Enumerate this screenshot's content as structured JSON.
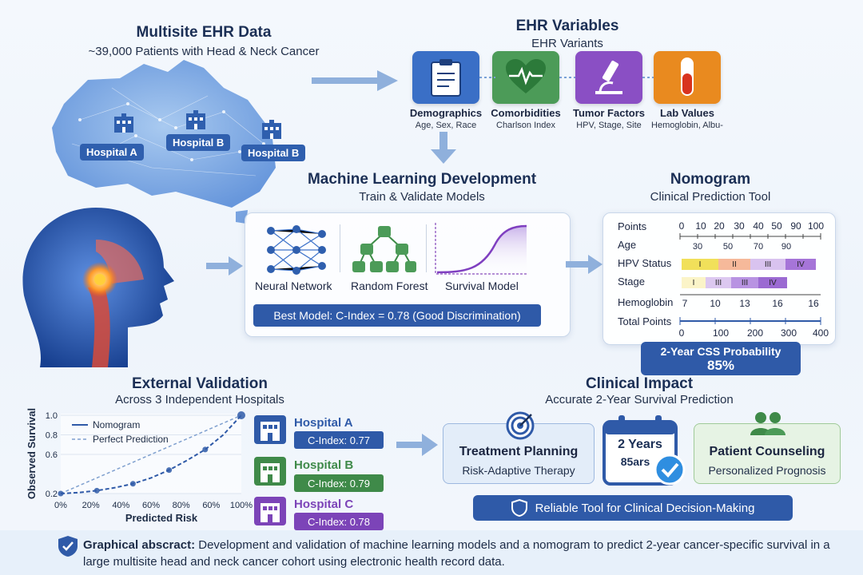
{
  "multisite": {
    "title": "Multisite EHR Data",
    "subtitle": "~39,000 Patients with Head & Neck Cancer",
    "hospitals": [
      "Hospital A",
      "Hospital B",
      "Hospital B"
    ]
  },
  "variables": {
    "title": "EHR Variables",
    "subtitle": "EHR Variants",
    "cards": [
      {
        "label": "Demographics",
        "sub": "Age, Sex, Race",
        "color": "#3a6fc6"
      },
      {
        "label": "Comorbidities",
        "sub": "Charlson Index",
        "color": "#4c9b58"
      },
      {
        "label": "Tumor Factors",
        "sub": "HPV, Stage, Site",
        "color": "#8a4fc4"
      },
      {
        "label": "Lab Values",
        "sub": "Hemoglobin, Albu-",
        "color": "#e98a1f"
      }
    ]
  },
  "ml": {
    "title": "Machine Learning Development",
    "subtitle": "Train & Validate Models",
    "models": [
      "Neural Network",
      "Random Forest",
      "Survival Model"
    ],
    "best_model": "Best Model: C-Index = 0.78 (Good Discrimination)"
  },
  "nomogram": {
    "title": "Nomogram",
    "subtitle": "Clinical Prediction Tool",
    "rows": {
      "points": {
        "label": "Points",
        "ticks": [
          "0",
          "10",
          "20",
          "30",
          "40",
          "50",
          "90",
          "100"
        ]
      },
      "age": {
        "label": "Age",
        "ticks": [
          "30",
          "50",
          "70",
          "90"
        ]
      },
      "hpv": {
        "label": "HPV Status",
        "segments": [
          "I",
          "II",
          "III",
          "IV"
        ]
      },
      "stage": {
        "label": "Stage",
        "segments": [
          "I",
          "III",
          "III",
          "IV"
        ]
      },
      "hemoglobin": {
        "label": "Hemoglobin",
        "ticks": [
          "7",
          "10",
          "13",
          "16",
          "16"
        ]
      },
      "total": {
        "label": "Total Points",
        "ticks": [
          "0",
          "100",
          "200",
          "300",
          "400"
        ]
      }
    },
    "css_label": "2-Year CSS Probability",
    "css_value": "85%"
  },
  "validation": {
    "title": "External Validation",
    "subtitle": "Across 3 Independent Hospitals",
    "chart_data": {
      "type": "line",
      "xlabel": "Predicted Risk",
      "ylabel": "Observed Survival",
      "xticks": [
        "0%",
        "20%",
        "40%",
        "60%",
        "80%",
        "60%",
        "100%"
      ],
      "yticks": [
        "0.2",
        "0.6",
        "0.8",
        "1.0"
      ],
      "ylim": [
        0.2,
        1.0
      ],
      "series": [
        {
          "name": "Nomogram",
          "x": [
            0,
            0.1,
            0.2,
            0.3,
            0.4,
            0.5,
            0.6,
            0.7,
            0.8,
            0.9,
            1.0
          ],
          "y": [
            0.2,
            0.21,
            0.23,
            0.26,
            0.3,
            0.36,
            0.44,
            0.54,
            0.65,
            0.8,
            1.0
          ]
        },
        {
          "name": "Perfect Prediction",
          "x": [
            0,
            1.0
          ],
          "y": [
            0.2,
            1.0
          ]
        }
      ]
    },
    "hospitals": [
      {
        "name": "Hospital A",
        "cindex": "C-Index: 0.77",
        "color": "#2f5aa8"
      },
      {
        "name": "Hospital B",
        "cindex": "C-Index: 0.79",
        "color": "#3f8a49"
      },
      {
        "name": "Hospital C",
        "cindex": "C-Index: 0.78",
        "color": "#7c44b8"
      }
    ]
  },
  "impact": {
    "title": "Clinical Impact",
    "subtitle": "Accurate 2-Year Survival Prediction",
    "treatment": {
      "title": "Treatment Planning",
      "sub": "Risk-Adaptive Therapy"
    },
    "calendar": {
      "line1": "2 Years",
      "line2": "85ars"
    },
    "counseling": {
      "title": "Patient Counseling",
      "sub": "Personalized Prognosis"
    },
    "reliable": "Reliable Tool for Clinical Decision-Making"
  },
  "footer": {
    "label": "Graphical abscract:",
    "text": " Development and validation of machine learning models and a nomogram to predict 2-year cancer-specific survival in a large multisite head and neck cancer cohort using electronic health record data."
  }
}
